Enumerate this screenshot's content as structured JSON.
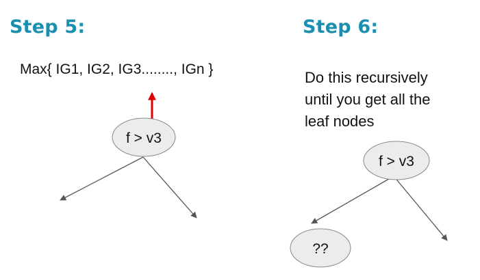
{
  "step5": {
    "heading": "Step 5:",
    "formula": "Max{ IG1, IG2, IG3........, IGn }",
    "node_label": "f > v3"
  },
  "step6": {
    "heading": "Step 6:",
    "description_lines": [
      "Do this recursively",
      "until you get all the",
      "leaf nodes"
    ],
    "node_label": "f > v3",
    "child_label": "??"
  },
  "colors": {
    "heading": "#1a8fb0",
    "arrow_up": "#e00000",
    "node_fill": "#ececec",
    "edge": "#555555"
  }
}
